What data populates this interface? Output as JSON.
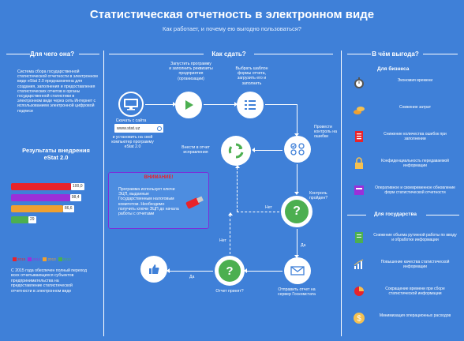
{
  "header": {
    "title": "Статистическая отчетность в электронном виде",
    "subtitle": "Как работает, и почему ею выгодно пользоваться?"
  },
  "columns": {
    "left": "Для чего она?",
    "middle": "Как сдать?",
    "right": "В чём выгода?"
  },
  "left": {
    "description": "Система сбора государственной статистической отчетности в электронном виде eStat 2.0 предназначена для создания, заполнения и предоставления статистических отчетов в органы государственной статистики в электронном виде через сеть Интернет с использованием электронной цифровой подписи",
    "results_title": "Результаты внедрения eStat 2.0",
    "footnote": "С 2015 года обеспечен полный переход всех отчитывающихся субъектов предпринимательства на предоставление статистической отчетности в электронном виде"
  },
  "chart_data": {
    "type": "bar",
    "orientation": "horizontal",
    "categories": [
      "2015",
      "2014",
      "2013",
      "2012"
    ],
    "values": [
      100.0,
      98.4,
      86.6,
      29
    ],
    "labels": [
      "100,0",
      "98,4",
      "86,6",
      "29"
    ],
    "colors": [
      "#e8232a",
      "#9b30d9",
      "#f0a030",
      "#4caf50"
    ],
    "xlim": [
      0,
      100
    ],
    "legend": [
      "2015",
      "2014",
      "2013",
      "2012"
    ]
  },
  "steps": {
    "download": "Скачать с сайта",
    "site": "www.stat.uz",
    "install": "и установить на свой компьютер программу eStat 2.0",
    "launch": "Запустить программу и заполнить реквизиты предприятия (организации)",
    "choose_form": "Выбрать шаблон формы отчета, загрузить его и заполнить",
    "check": "Провести контроль на ошибки",
    "fix": "Внести в отчет исправления",
    "control_ok": "Контроль пройден?",
    "no1": "Нет",
    "yes1": "Да",
    "send": "Отправить отчет на сервер Госкомстата",
    "accepted": "Отчет принят?",
    "no2": "Нет",
    "yes2": "Да"
  },
  "warning": {
    "title": "ВНИМАНИЕ!",
    "text": "Программа использует ключи ЭЦП, выданные Государственным налоговым комитетом. Необходимо получить ключи ЭЦП до начала работы с отчетами"
  },
  "benefits": {
    "business_title": "Для бизнеса",
    "business": [
      {
        "icon": "stopwatch-icon",
        "text": "Экономия времени",
        "color": "#ffffff"
      },
      {
        "icon": "coins-icon",
        "text": "Снижение затрат",
        "color": "#ffffff"
      },
      {
        "icon": "checklist-icon",
        "text": "Снижение количества ошибок при заполнении",
        "color": "#ffffff"
      },
      {
        "icon": "lock-icon",
        "text": "Конфиденциальность передаваемой информации",
        "color": "#ffffff"
      },
      {
        "icon": "archive-icon",
        "text": "Оперативное и своевременное обновление форм статистической отчетности",
        "color": "#ffffff"
      }
    ],
    "state_title": "Для государства",
    "state": [
      {
        "icon": "document-icon",
        "text": "Снижение объема рутинной работы по вводу и обработке информации"
      },
      {
        "icon": "growth-chart-icon",
        "text": "Повышение качества статистической информации"
      },
      {
        "icon": "pie-chart-icon",
        "text": "Сокращение времени при сборе статистической информации"
      },
      {
        "icon": "dollar-coin-icon",
        "text": "Минимизация операционных расходов"
      }
    ]
  }
}
